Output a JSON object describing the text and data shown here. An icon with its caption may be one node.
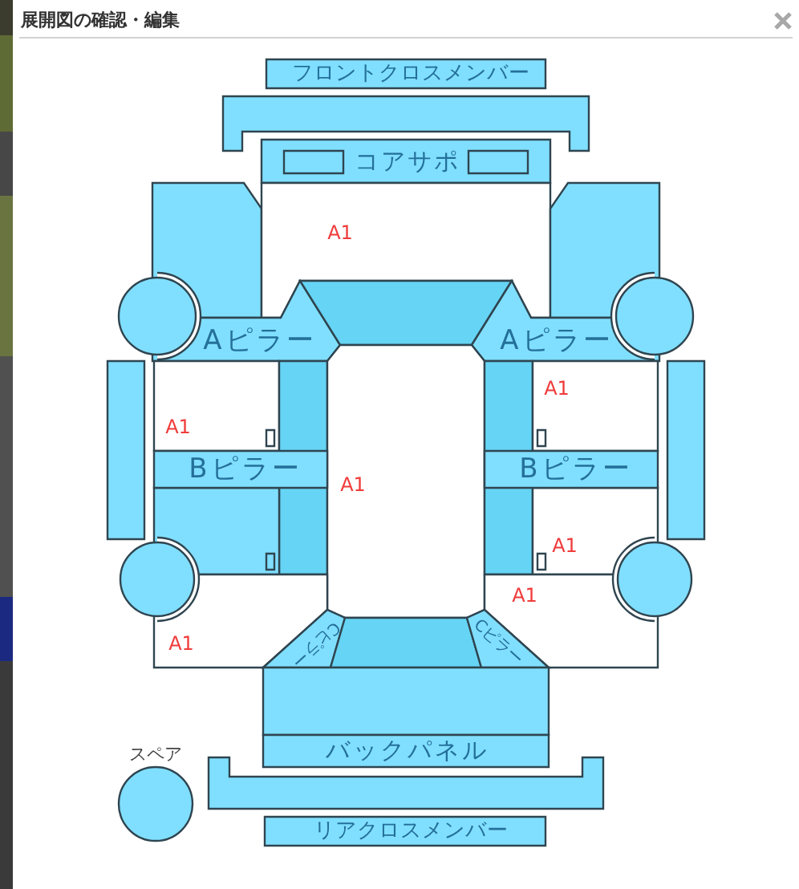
{
  "diagram": {
    "title": "展開図の確認・編集",
    "nodes": [
      {
        "text": [
          "フロントクロスメンバー"
        ]
      },
      {
        "text": [],
        "shape": "box"
      },
      {
        "text": [
          "コアサポ"
        ]
      },
      {
        "text": [],
        "shape": "box",
        "in": 2
      },
      {
        "text": [],
        "shape": "box",
        "in": 2
      },
      {
        "text": [],
        "shape": "box"
      },
      {
        "text": [
          "A1"
        ]
      },
      {
        "text": [],
        "shape": "box"
      },
      {
        "text": [],
        "shape": "circle"
      },
      {
        "text": [
          "Aピラー"
        ]
      },
      {
        "text": [],
        "shape": "box"
      },
      {
        "text": [
          "Aピラー"
        ]
      },
      {
        "text": [],
        "shape": "circle"
      },
      {
        "text": [],
        "shape": "box"
      },
      {
        "text": [
          "A1"
        ]
      },
      {
        "text": [],
        "shape": "box",
        "in": 14
      },
      {
        "text": [],
        "shape": "box"
      },
      {
        "text": [
          "A1"
        ]
      },
      {
        "text": [],
        "shape": "box"
      },
      {
        "text": [
          "A1"
        ]
      },
      {
        "text": [],
        "shape": "box",
        "in": 19
      },
      {
        "text": [],
        "shape": "box"
      },
      {
        "text": [
          "Bピラー"
        ]
      },
      {
        "text": [
          "Bピラー"
        ]
      },
      {
        "text": [],
        "shape": "box"
      },
      {
        "text": [],
        "shape": "box",
        "in": 24
      },
      {
        "text": [
          "A1"
        ]
      },
      {
        "text": [],
        "shape": "box",
        "in": 26
      },
      {
        "text": [],
        "shape": "circle"
      },
      {
        "text": [
          "A1"
        ]
      },
      {
        "text": [
          "A1"
        ]
      },
      {
        "text": [],
        "shape": "circle"
      },
      {
        "text": [
          "Cピラー"
        ]
      },
      {
        "text": [],
        "shape": "box"
      },
      {
        "text": [
          "Cピラー"
        ]
      },
      {
        "text": [],
        "shape": "box"
      },
      {
        "text": [
          "バックパネル"
        ]
      },
      {
        "text": [],
        "shape": "circle",
        "beside": [
          "スペア"
        ]
      },
      {
        "text": [],
        "shape": "box"
      },
      {
        "text": [
          "リアクロスメンバー"
        ]
      }
    ]
  }
}
